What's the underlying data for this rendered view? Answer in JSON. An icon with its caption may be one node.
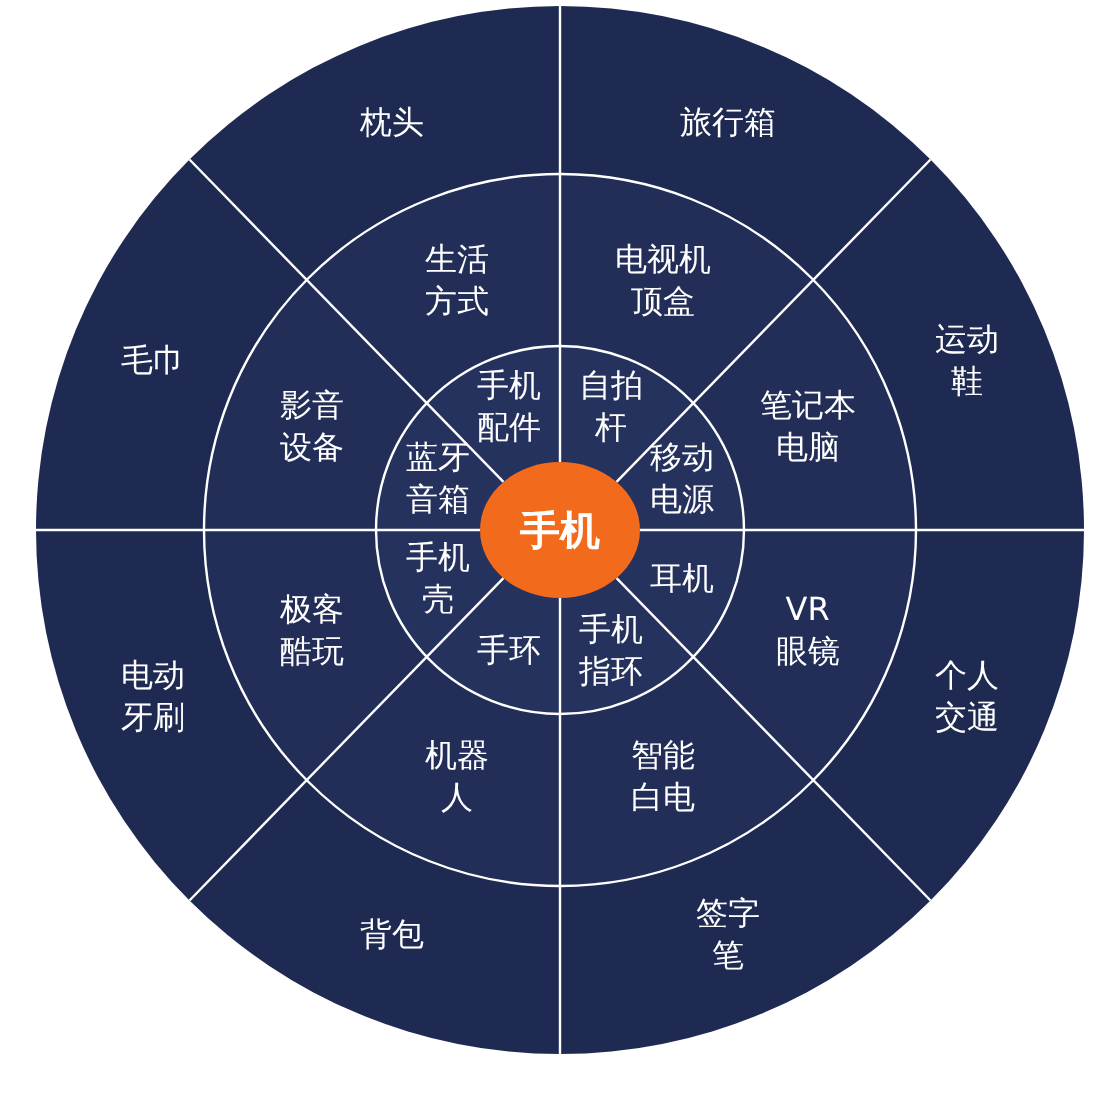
{
  "diagram": {
    "nodes": [
      {
        "text": [
          "手机"
        ]
      },
      {
        "text": [
          "手机配件"
        ]
      },
      {
        "text": [
          "自拍杆"
        ]
      },
      {
        "text": [
          "移动电源"
        ]
      },
      {
        "text": [
          "耳机"
        ]
      },
      {
        "text": [
          "手机指环"
        ]
      },
      {
        "text": [
          "手环"
        ]
      },
      {
        "text": [
          "手机壳"
        ]
      },
      {
        "text": [
          "蓝牙音箱"
        ]
      },
      {
        "text": [
          "生活方式"
        ]
      },
      {
        "text": [
          "电视机顶盒"
        ]
      },
      {
        "text": [
          "笔记本电脑"
        ]
      },
      {
        "text": [
          "VR眼镜"
        ]
      },
      {
        "text": [
          "智能白电"
        ]
      },
      {
        "text": [
          "机器人"
        ]
      },
      {
        "text": [
          "极客酷玩"
        ]
      },
      {
        "text": [
          "影音设备"
        ]
      },
      {
        "text": [
          "枕头"
        ]
      },
      {
        "text": [
          "旅行箱"
        ]
      },
      {
        "text": [
          "运动鞋"
        ]
      },
      {
        "text": [
          "个人交通"
        ]
      },
      {
        "text": [
          "签字笔"
        ]
      },
      {
        "text": [
          "背包"
        ]
      },
      {
        "text": [
          "电动牙刷"
        ]
      },
      {
        "text": [
          "毛巾"
        ]
      }
    ]
  }
}
